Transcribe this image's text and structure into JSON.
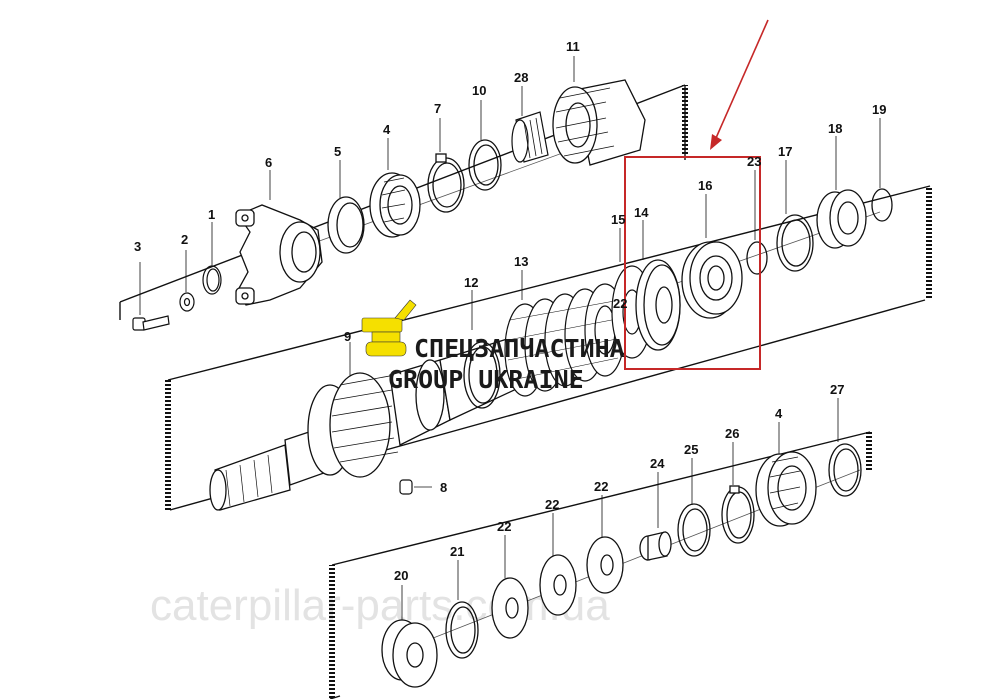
{
  "diagram": {
    "part_labels": [
      "1",
      "2",
      "3",
      "4",
      "5",
      "6",
      "7",
      "8",
      "9",
      "10",
      "11",
      "12",
      "13",
      "14",
      "15",
      "16",
      "17",
      "18",
      "19",
      "20",
      "21",
      "22",
      "22",
      "22",
      "22",
      "23",
      "24",
      "25",
      "26",
      "27",
      "28",
      "4"
    ],
    "watermark_brand_line1": "СПЕЦЗАПЧАСТИНА",
    "watermark_brand_line2": "GROUP UKRAINE",
    "watermark_url": "caterpillar-parts.com.ua",
    "highlight_color": "#c62828",
    "brand_color": "#f5e000"
  }
}
